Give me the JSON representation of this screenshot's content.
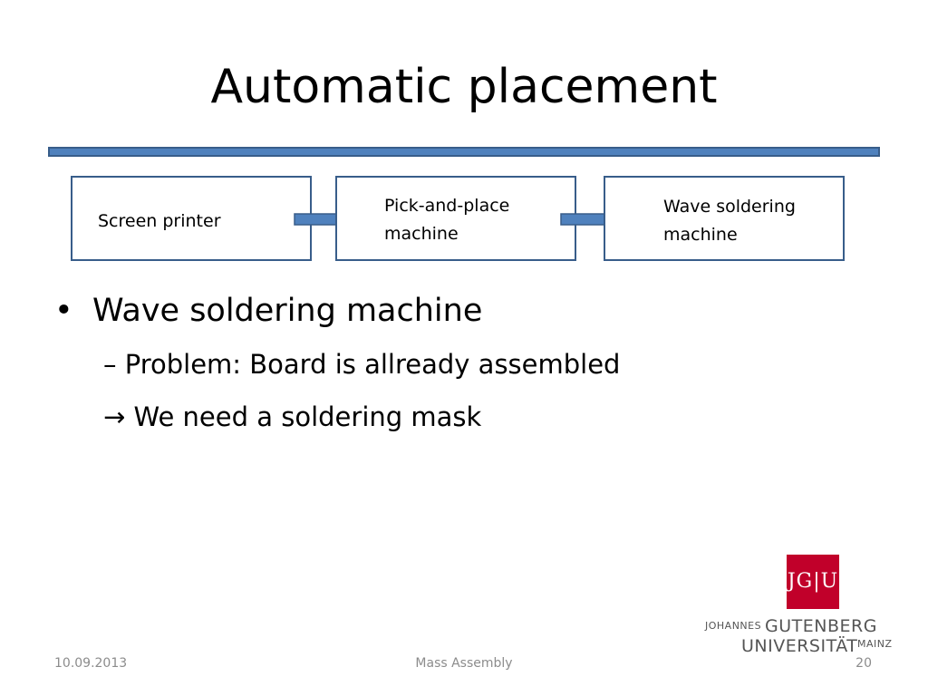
{
  "slide": {
    "title": "Automatic placement",
    "flow": [
      {
        "line1": "Screen printer",
        "line2": ""
      },
      {
        "line1": "Pick-and-place",
        "line2": "machine"
      },
      {
        "line1": "Wave soldering",
        "line2": "machine"
      }
    ],
    "bullet": {
      "marker": "•",
      "text": "Wave soldering machine",
      "sub1": "– Problem: Board is allready assembled",
      "sub2": "→ We need a soldering mask"
    },
    "logo": {
      "mark": "JG|U",
      "line1": "JOHANNES",
      "line2": "GUTENBERG",
      "line3": "UNIVERSITÄT",
      "line4": "MAINZ"
    },
    "footer": {
      "date": "10.09.2013",
      "center": "Mass Assembly",
      "page": "20"
    }
  },
  "colors": {
    "accent": "#4f81bd",
    "border": "#385d8a",
    "logo_red": "#c1002a",
    "footer_text": "#8c8c8c"
  }
}
